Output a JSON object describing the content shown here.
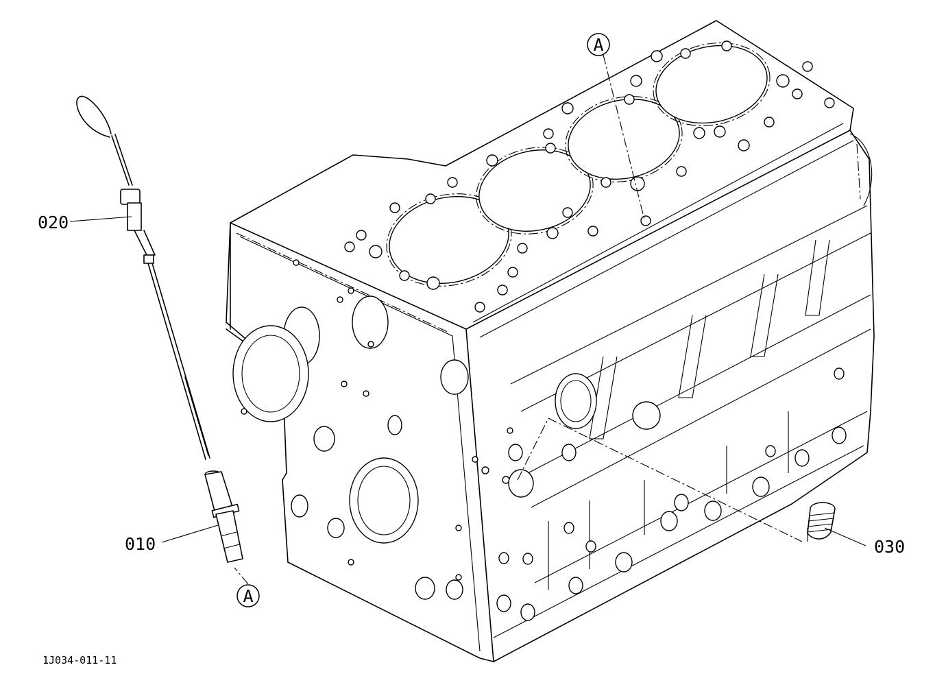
{
  "callouts": [
    {
      "id": "010",
      "label": "010"
    },
    {
      "id": "020",
      "label": "020"
    },
    {
      "id": "030",
      "label": "030"
    }
  ],
  "reference_markers": [
    "A",
    "A"
  ],
  "drawing_code": "1J034-011-11"
}
